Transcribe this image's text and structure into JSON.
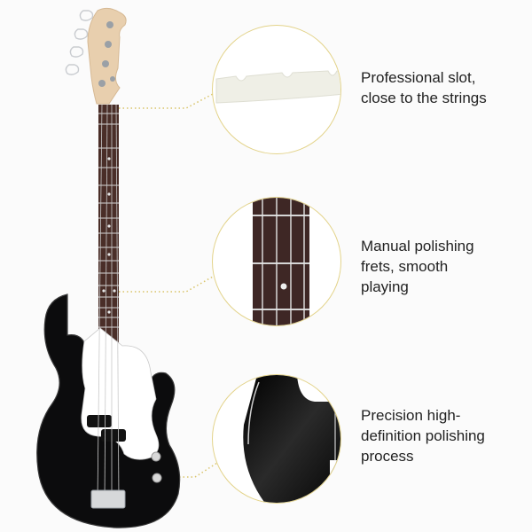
{
  "image": {
    "subject": "black electric bass guitar",
    "background_color": "#fbfbfb",
    "accent_color": "#e3d38a"
  },
  "features": [
    {
      "id": "nut",
      "lines": [
        "Professional slot,",
        "close to the strings"
      ],
      "callout_detail": "nut-closeup"
    },
    {
      "id": "frets",
      "lines": [
        "Manual polishing",
        "frets, smooth",
        "playing"
      ],
      "callout_detail": "fretboard-closeup"
    },
    {
      "id": "finish",
      "lines": [
        "Precision high-",
        "definition polishing",
        "process"
      ],
      "callout_detail": "body-finish-closeup"
    }
  ]
}
